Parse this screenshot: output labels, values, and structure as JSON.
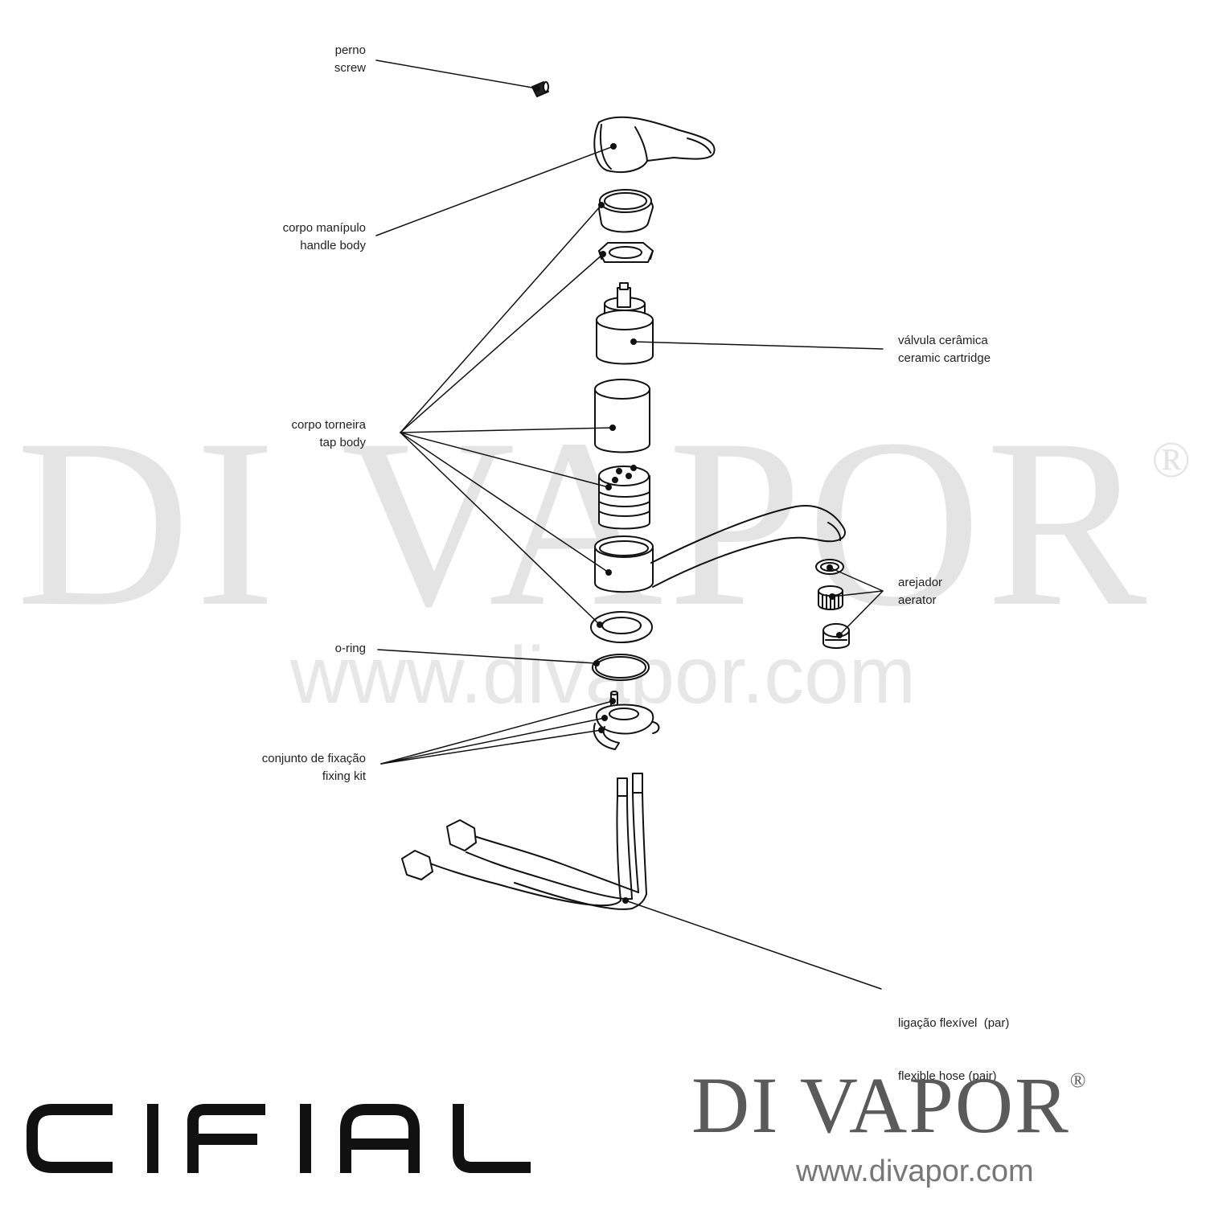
{
  "watermark": {
    "name": "DI VAPOR",
    "mark": "®",
    "url": "www.divapor.com"
  },
  "labels": {
    "screw": [
      "perno",
      "screw"
    ],
    "handle": [
      "corpo manípulo",
      "handle body"
    ],
    "cartridge": [
      "válvula cerâmica",
      "ceramic cartridge"
    ],
    "tap_body": [
      "corpo torneira",
      "tap body"
    ],
    "aerator": [
      "arejador",
      "aerator"
    ],
    "oring": [
      "o-ring"
    ],
    "fixing": [
      "conjunto de fixação",
      "fixing kit"
    ],
    "hose": [
      "ligação flexível  (par)",
      "flexible hose (pair)"
    ]
  },
  "brands": {
    "cifial": "CIFIAL",
    "divapor": "DI VAPOR",
    "divapor_mark": "®",
    "divapor_url": "www.divapor.com"
  }
}
